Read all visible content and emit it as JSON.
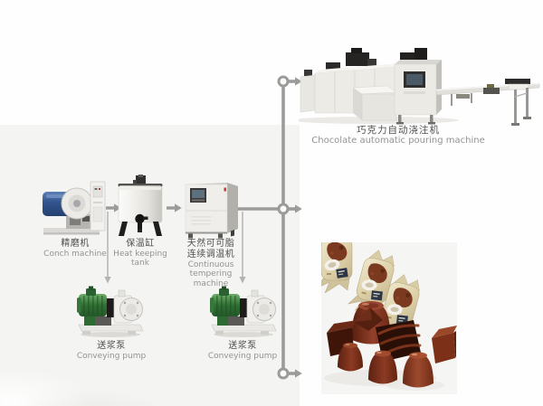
{
  "flow": {
    "conch": {
      "zh": "精磨机",
      "en": "Conch machine"
    },
    "tank": {
      "zh": "保温缸",
      "en": "Heat keeping tank"
    },
    "tempering": {
      "zh1": "天然可可脂",
      "zh2": "连续调温机",
      "en": "Continuous tempering machine"
    },
    "pump_left": {
      "zh": "送浆泵",
      "en": "Conveying pump"
    },
    "pump_right": {
      "zh": "送浆泵",
      "en": "Conveying pump"
    },
    "pouring": {
      "zh": "巧克力自动浇注机",
      "en": "Chocolate automatic pouring machine"
    }
  },
  "colors": {
    "flow_line": "#9b9b99",
    "branch_line": "#b3b3b1",
    "panel_background": "#f4f4f2",
    "label_zh_text": "#4f4f4d",
    "label_en_text": "#939391",
    "pump_motor_green": "#2f7033",
    "conch_drum_blue": "#31538c",
    "chocolate_dark": "#3f1509",
    "chocolate_light": "#95412a",
    "wrapper_cream": "#e5dabb"
  }
}
